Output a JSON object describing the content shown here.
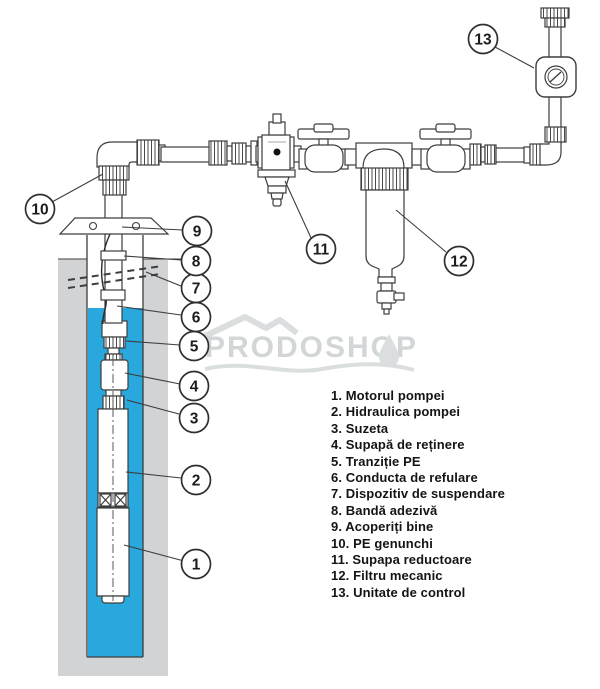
{
  "watermark": {
    "text": "PRODOSHOP"
  },
  "legend": {
    "items": [
      "1. Motorul pompei",
      "2. Hidraulica pompei",
      "3. Suzeta",
      "4. Supapă de reținere",
      "5. Tranziție PE",
      "6. Conducta de refulare",
      "7. Dispozitiv de suspendare",
      "8. Bandă adezivă",
      "9. Acoperiți bine",
      "10. PE genunchi",
      "11. Supapa reductoare",
      "12. Filtru mecanic",
      "13. Unitate de control"
    ]
  },
  "callout_numbers": [
    "1",
    "2",
    "3",
    "4",
    "5",
    "6",
    "7",
    "8",
    "9",
    "10",
    "11",
    "12",
    "13"
  ],
  "colors": {
    "water": "#29a8dd",
    "casing_gray": "#d2d3d5",
    "line": "#3d3d3d",
    "watermark_gray": "#c7ccce"
  }
}
